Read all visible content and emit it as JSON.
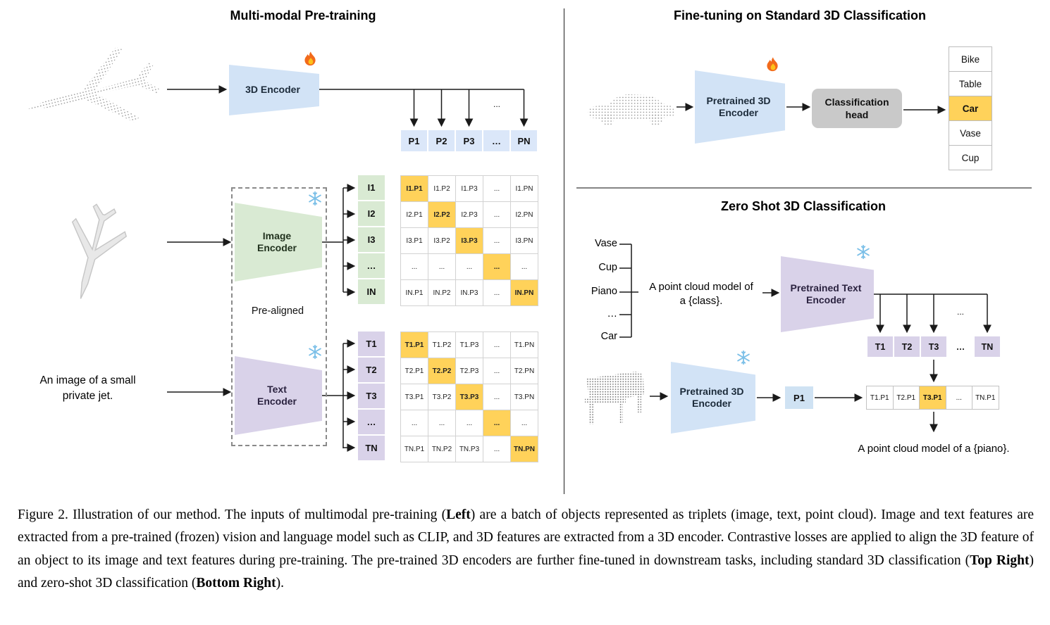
{
  "colors": {
    "encoder_blue": "#d2e3f6",
    "encoder_green": "#d9ead3",
    "encoder_purple": "#d9d2e9",
    "cell_blue": "#dbe7f9",
    "highlight_orange": "#ffd25a",
    "classification_head_gray": "#c9c9c9"
  },
  "icons": {
    "fire": "🔥",
    "snowflake": "❄"
  },
  "left": {
    "title": "Multi-modal Pre-training",
    "encoder_3d_label": "3D Encoder",
    "image_encoder_label": "Image\nEncoder",
    "text_encoder_label": "Text\nEncoder",
    "prealigned_label": "Pre-aligned",
    "input_text": "An image of a small\nprivate jet.",
    "branch_ellipsis": "...",
    "p_header": [
      "P1",
      "P2",
      "P3",
      "…",
      "PN"
    ],
    "i_header": [
      "I1",
      "I2",
      "I3",
      "…",
      "IN"
    ],
    "t_header": [
      "T1",
      "T2",
      "T3",
      "…",
      "TN"
    ],
    "i_matrix": [
      [
        "I1.P1",
        "I1.P2",
        "I1.P3",
        "...",
        "I1.PN"
      ],
      [
        "I2.P1",
        "I2.P2",
        "I2.P3",
        "...",
        "I2.PN"
      ],
      [
        "I3.P1",
        "I3.P2",
        "I3.P3",
        "...",
        "I3.PN"
      ],
      [
        "...",
        "...",
        "...",
        "...",
        "..."
      ],
      [
        "IN.P1",
        "IN.P2",
        "IN.P3",
        "...",
        "IN.PN"
      ]
    ],
    "t_matrix": [
      [
        "T1.P1",
        "T1.P2",
        "T1.P3",
        "...",
        "T1.PN"
      ],
      [
        "T2.P1",
        "T2.P2",
        "T2.P3",
        "...",
        "T2.PN"
      ],
      [
        "T3.P1",
        "T3.P2",
        "T3.P3",
        "...",
        "T3.PN"
      ],
      [
        "...",
        "...",
        "...",
        "...",
        "..."
      ],
      [
        "TN.P1",
        "TN.P2",
        "TN.P3",
        "...",
        "TN.PN"
      ]
    ]
  },
  "right_top": {
    "title": "Fine-tuning on Standard 3D Classification",
    "encoder_label": "Pretrained 3D\nEncoder",
    "classification_head_label": "Classification\nhead",
    "classes": [
      "Bike",
      "Table",
      "Car",
      "Vase",
      "Cup"
    ],
    "highlighted_class": "Car"
  },
  "right_bottom": {
    "title": "Zero Shot 3D Classification",
    "class_list": [
      "Vase",
      "Cup",
      "Piano",
      "…",
      "Car"
    ],
    "prompt": "A point cloud model of\na {class}.",
    "text_encoder_label": "Pretrained Text\nEncoder",
    "encoder_3d_label": "Pretrained 3D\nEncoder",
    "branch_ellipsis": "...",
    "t_header": [
      "T1",
      "T2",
      "T3",
      "…",
      "TN"
    ],
    "p1_label": "P1",
    "result_row": [
      "T1.P1",
      "T2.P1",
      "T3.P1",
      "...",
      "TN.P1"
    ],
    "output_text": "A point cloud model of a {piano}."
  },
  "caption": {
    "segments": [
      {
        "text": "Figure 2. Illustration of our method. The inputs of multimodal pre-training (",
        "bold": false
      },
      {
        "text": "Left",
        "bold": true
      },
      {
        "text": ") are a batch of objects represented as triplets (image, text, point cloud). Image and text features are extracted from a pre-trained (frozen) vision and language model such as CLIP, and 3D features are extracted from a 3D encoder. Contrastive losses are applied to align the 3D feature of an object to its image and text features during pre-training. The pre-trained 3D encoders are further fine-tuned in downstream tasks, including standard 3D classification (",
        "bold": false
      },
      {
        "text": "Top Right",
        "bold": true
      },
      {
        "text": ") and zero-shot 3D classification (",
        "bold": false
      },
      {
        "text": "Bottom Right",
        "bold": true
      },
      {
        "text": ").",
        "bold": false
      }
    ]
  }
}
